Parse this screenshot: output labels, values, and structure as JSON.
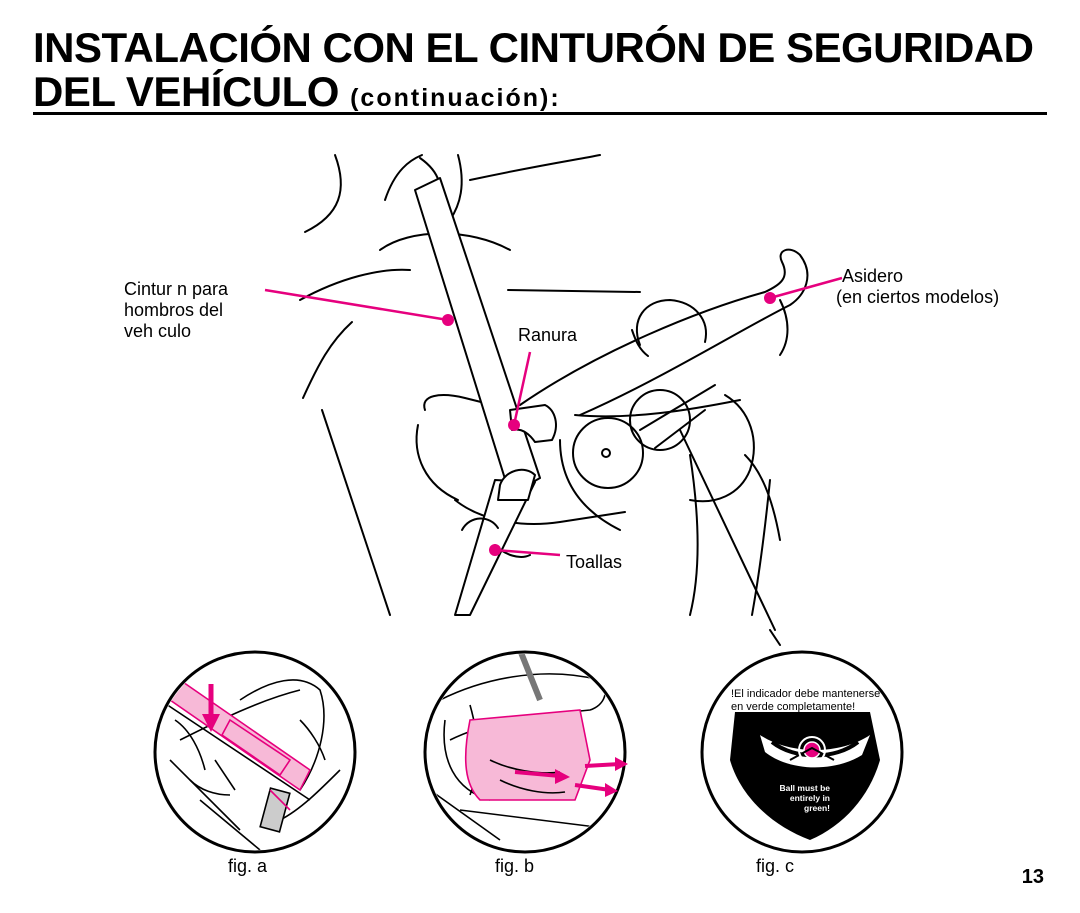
{
  "header": {
    "title_line1": "INSTALACIÓN CON EL CINTURÓN DE SEGURIDAD",
    "title_line2": "DEL VEHÍCULO",
    "title_suffix": "(continuación):"
  },
  "labels": {
    "shoulder_belt": [
      "Cintur n para",
      "hombros del",
      "veh culo"
    ],
    "slot": "Ranura",
    "handle": [
      "Asidero",
      "(en ciertos modelos)"
    ],
    "towels": "Toallas"
  },
  "figures": {
    "a": "fig. a",
    "b": "fig. b",
    "c": "fig. c"
  },
  "indicator": {
    "warning_es": [
      "!El indicador debe mantenerse",
      "en verde completamente!"
    ],
    "warning_en": [
      "Ball must be",
      "entirely in",
      "green!"
    ]
  },
  "colors": {
    "accent": "#e6007e",
    "ink": "#000000"
  },
  "page_number": "13"
}
